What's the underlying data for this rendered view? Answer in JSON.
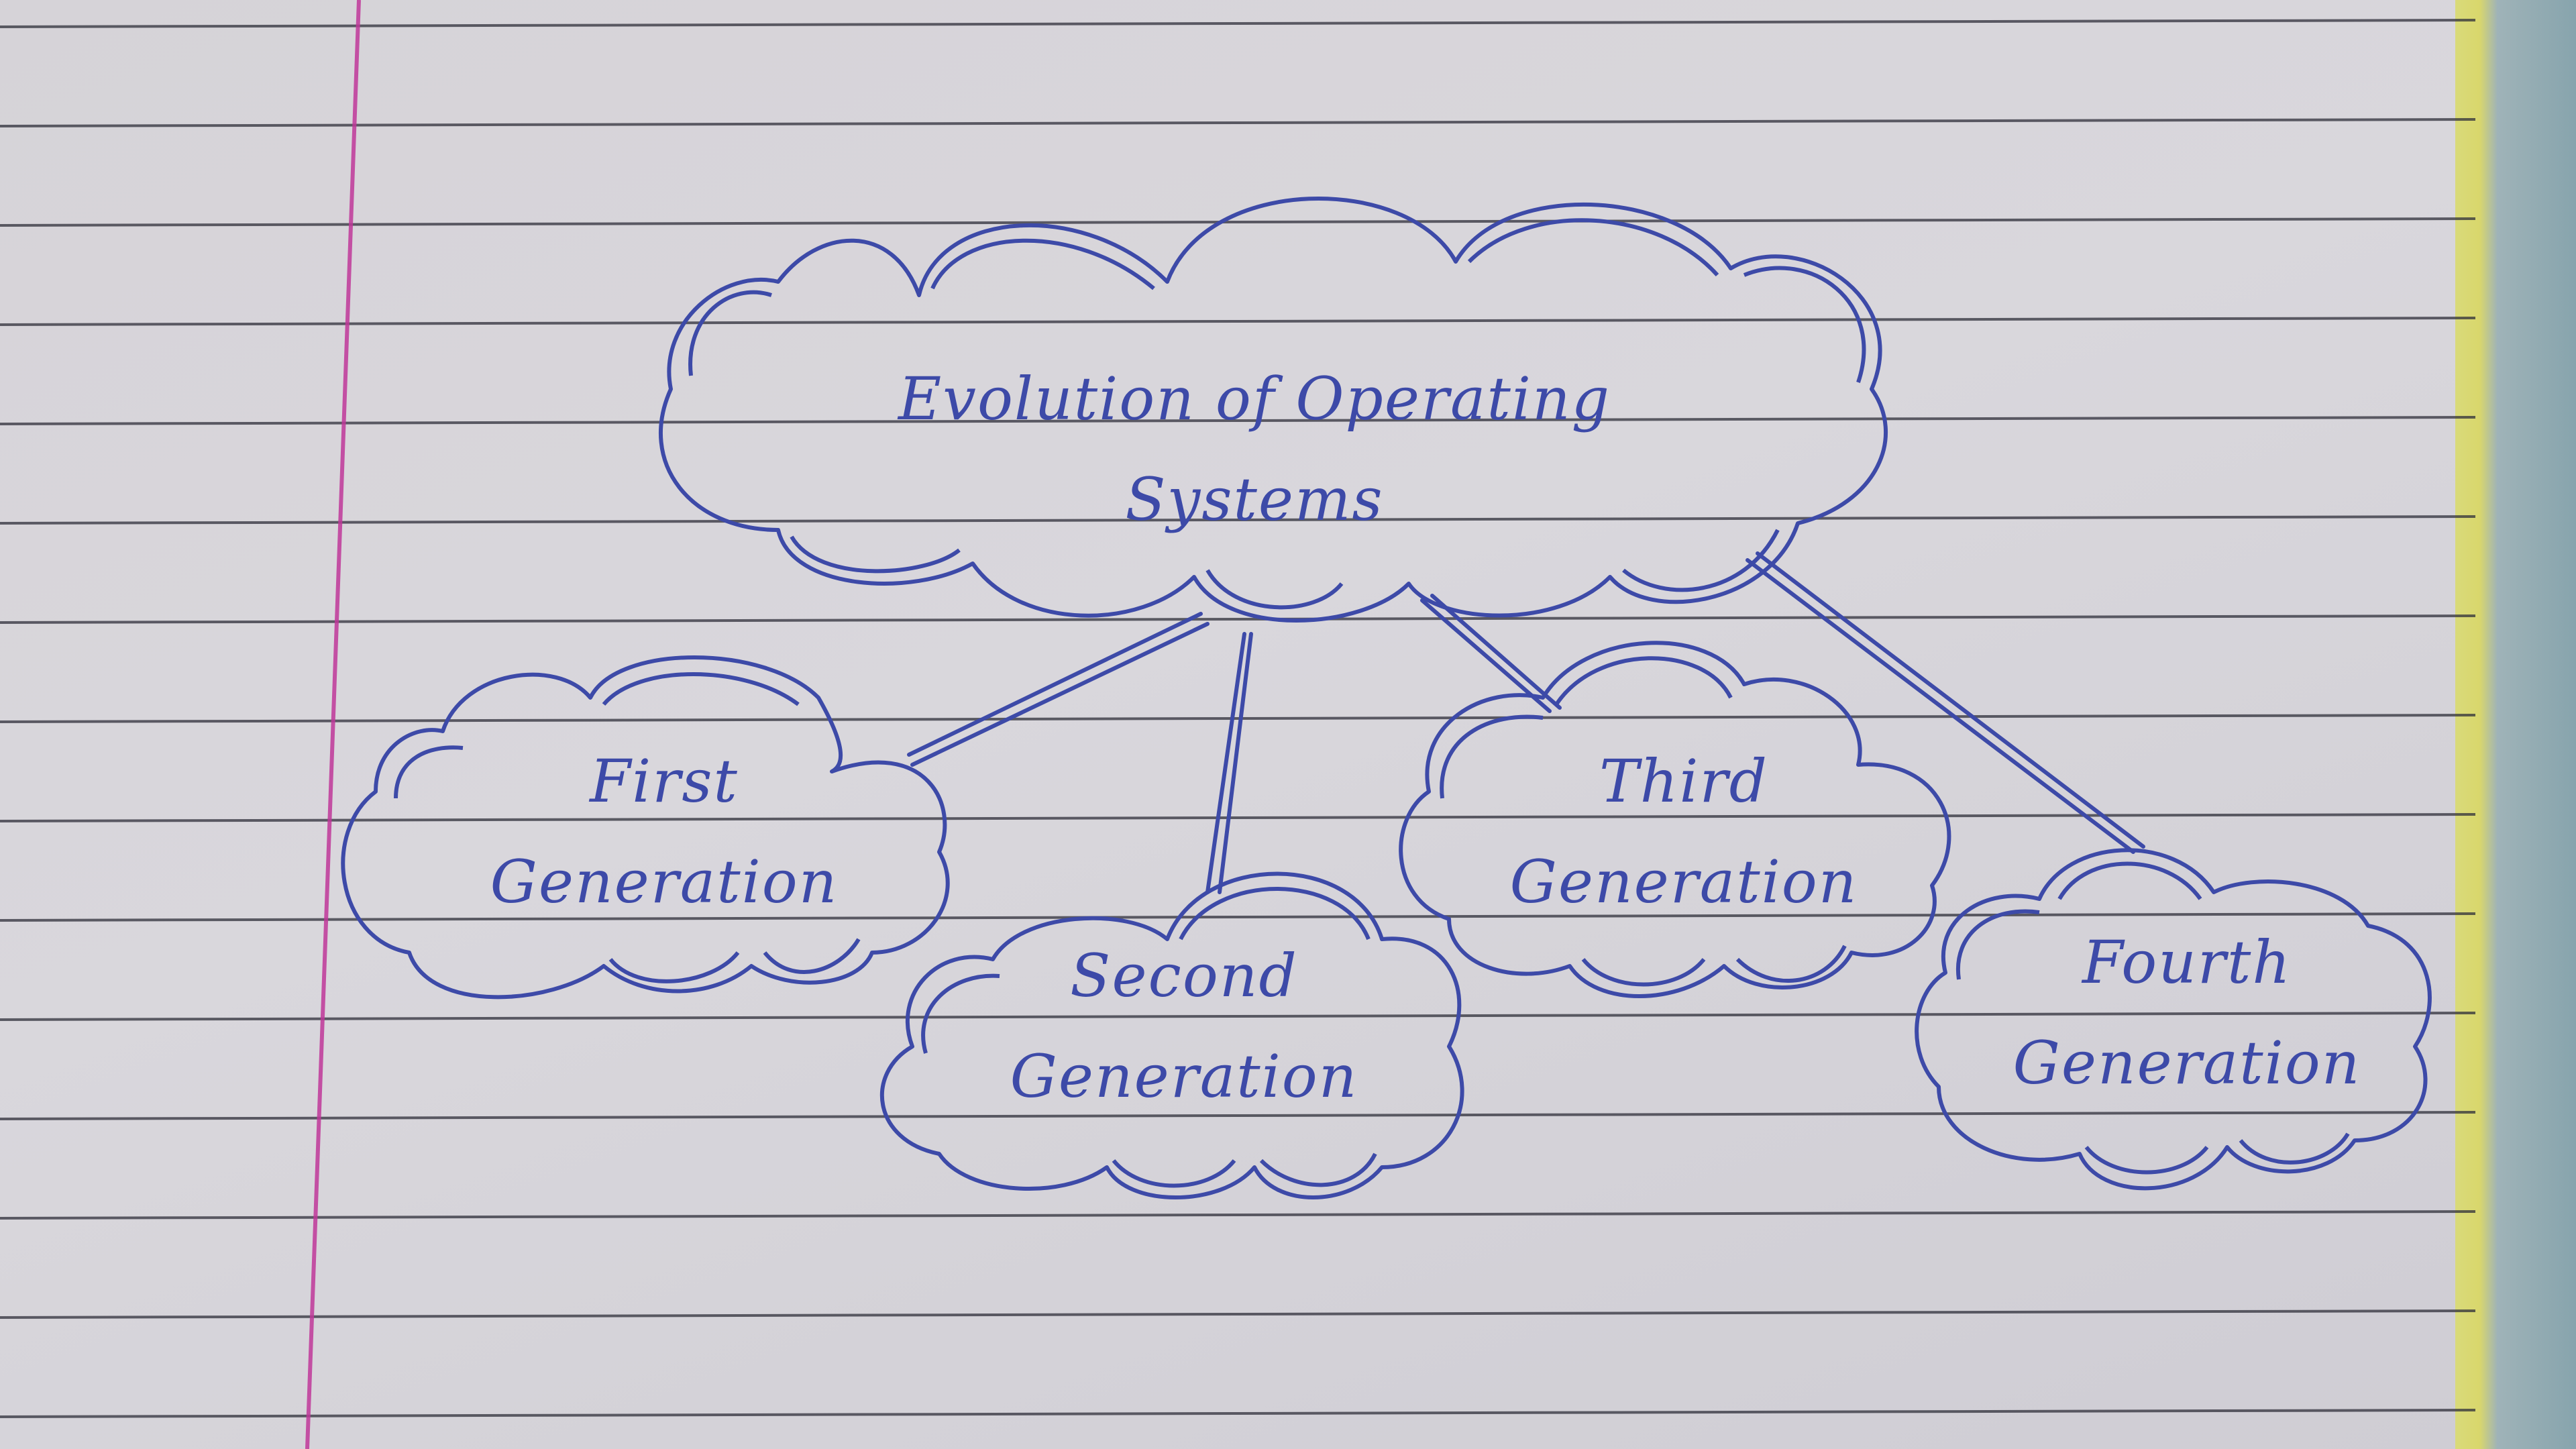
{
  "diagram": {
    "root": {
      "line1": "Evolution of Operating",
      "line2": "Systems"
    },
    "children": [
      {
        "line1": "First",
        "line2": "Generation"
      },
      {
        "line1": "Second",
        "line2": "Generation"
      },
      {
        "line1": "Third",
        "line2": "Generation"
      },
      {
        "line1": "Fourth",
        "line2": "Generation"
      }
    ]
  },
  "colors": {
    "ink": "#3d4aa8",
    "rule_line": "#2f2f3a",
    "margin_line": "#c0389a",
    "paper": "#d6d3d8"
  }
}
